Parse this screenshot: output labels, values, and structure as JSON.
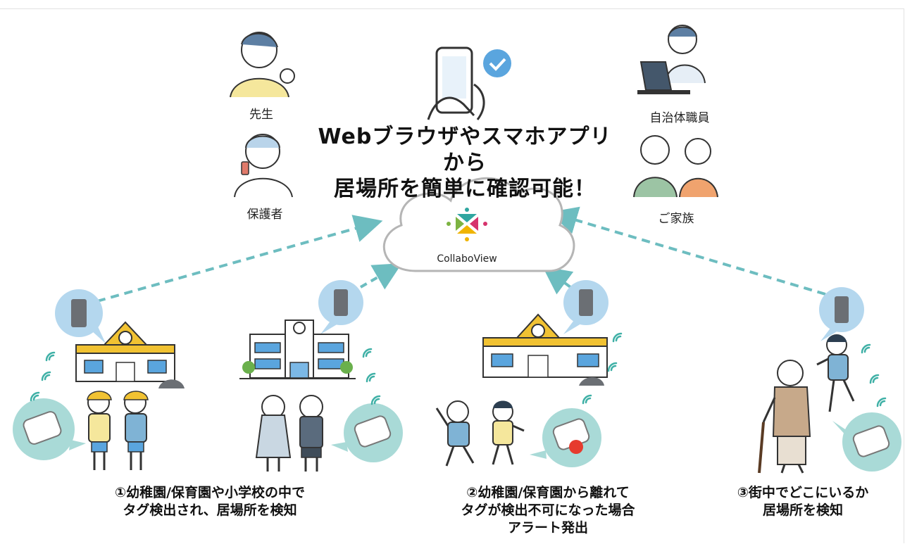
{
  "roles": {
    "teacher": "先生",
    "guardian": "保護者",
    "staff": "自治体職員",
    "family": "ご家族"
  },
  "headline": {
    "line1": "Webブラウザやスマホアプリから",
    "line2": "居場所を簡単に確認可能！"
  },
  "cloud": {
    "brand": "CollaboView"
  },
  "captions": {
    "c1": {
      "line1": "①幼稚園/保育園や小学校の中で",
      "line2": "タグ検出され、居場所を検知"
    },
    "c2": {
      "line1": "②幼稚園/保育園から離れて",
      "line2": "タグが検出不可になった場合",
      "line3": "アラート発出"
    },
    "c3": {
      "line1": "③街中でどこにいるか",
      "line2": "居場所を検知"
    }
  },
  "colors": {
    "dash": "#6dbdc0",
    "bubble": "#b4d7ee",
    "tag_bubble": "#a9dad7",
    "wifi": "#3fb0a6",
    "roof": "#f1c232",
    "logo_teal": "#2fa6a0",
    "logo_magenta": "#d6336c",
    "logo_yellow": "#f0b400",
    "logo_green": "#7cb342"
  }
}
